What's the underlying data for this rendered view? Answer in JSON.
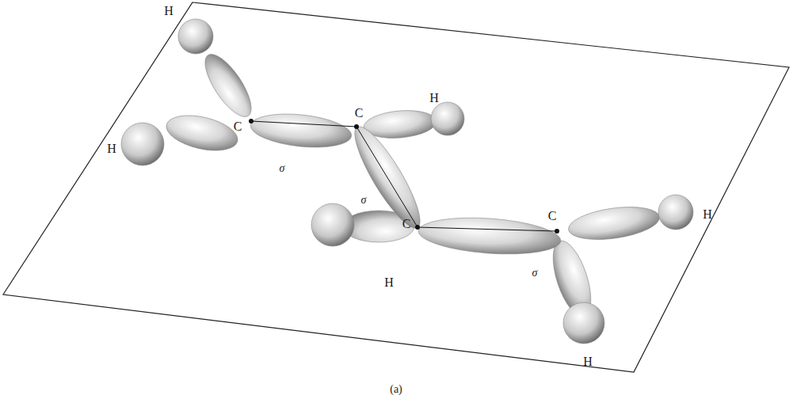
{
  "diagram": {
    "caption": "(a)",
    "labels": [
      "H",
      "H",
      "C",
      "C",
      "H",
      "σ",
      "σ",
      "C",
      "H",
      "C",
      "H",
      "σ",
      "H"
    ]
  }
}
